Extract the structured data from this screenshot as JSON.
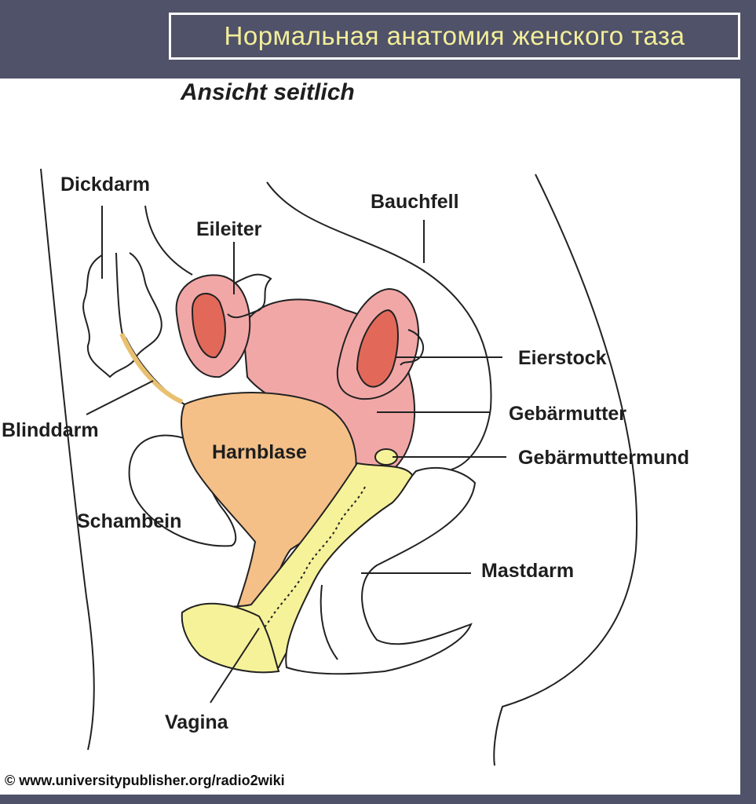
{
  "header": {
    "title": "Нормальная анатомия женского таза"
  },
  "diagram": {
    "subtitle": "Ansicht seitlich",
    "labels": {
      "dickdarm": "Dickdarm",
      "eileiter": "Eileiter",
      "bauchfell": "Bauchfell",
      "eierstock": "Eierstock",
      "gebaermutter": "Gebärmutter",
      "gebaermuttermund": "Gebärmuttermund",
      "blinddarm": "Blinddarm",
      "harnblase": "Harnblase",
      "schambein": "Schambein",
      "mastdarm": "Mastdarm",
      "vagina": "Vagina"
    },
    "credit": "© www.universitypublisher.org/radio2wiki",
    "colors": {
      "uterus": "#f2a7a7",
      "ovary": "#e2695a",
      "bladder": "#f4c088",
      "vagina": "#f6f29a",
      "background": "#4f5268"
    }
  }
}
